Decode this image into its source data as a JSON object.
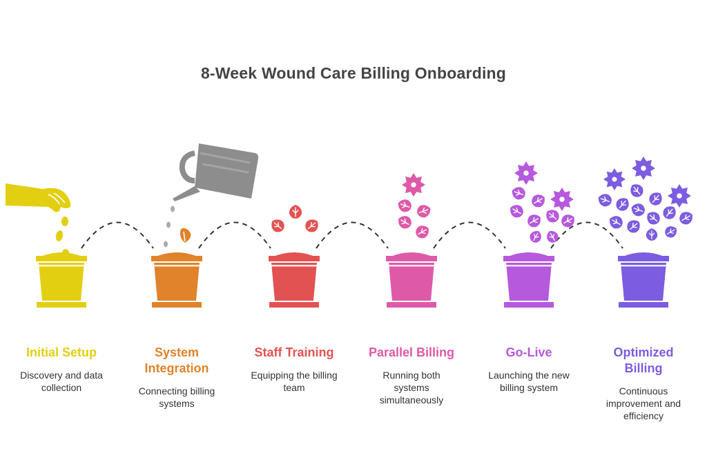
{
  "title": "8-Week Wound Care Billing Onboarding",
  "colors": {
    "title_text": "#444444",
    "connector": "#333333",
    "hand": "#e3cf12",
    "watering_can": "#8d8d8d",
    "water_drops": "#aaaaaa"
  },
  "stages": [
    {
      "title": "Initial Setup",
      "description": "Discovery and data collection",
      "color": "#e3cf12",
      "illustration": "hand-planting-seeds-icon"
    },
    {
      "title": "System Integration",
      "description": "Connecting billing systems",
      "color": "#e0832a",
      "illustration": "watering-can-sprout-icon"
    },
    {
      "title": "Staff Training",
      "description": "Equipping the billing team",
      "color": "#e35252",
      "illustration": "seedling-leaves-icon"
    },
    {
      "title": "Parallel Billing",
      "description": "Running both systems simultaneously",
      "color": "#de5aa8",
      "illustration": "budding-plant-icon"
    },
    {
      "title": "Go-Live",
      "description": "Launching the new billing system",
      "color": "#b659dd",
      "illustration": "flowering-plant-icon"
    },
    {
      "title": "Optimized Billing",
      "description": "Continuous improvement and efficiency",
      "color": "#7c5ce0",
      "illustration": "full-bloom-plant-icon"
    }
  ]
}
